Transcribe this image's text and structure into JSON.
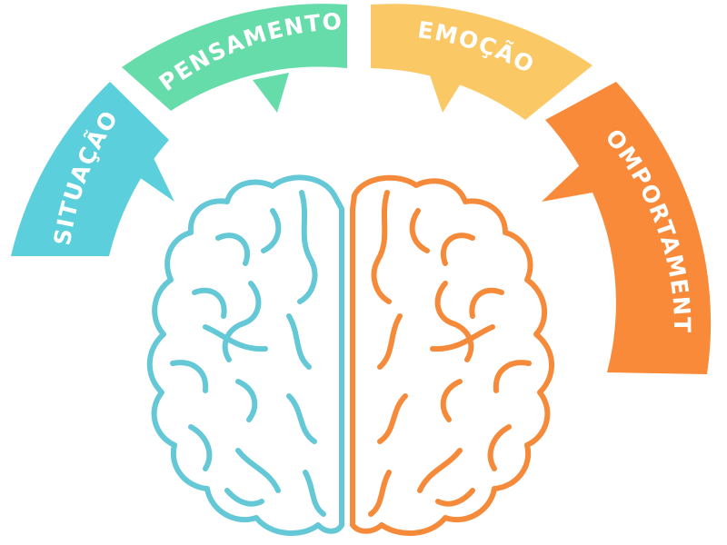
{
  "colors": {
    "situacao": "#5ccfdc",
    "pensamento": "#67dcab",
    "emocao": "#fbc866",
    "comportamento": "#f98a3a",
    "brain_left": "#64c8d6",
    "brain_right": "#f58b3a",
    "background": "#ffffff"
  },
  "segments": [
    {
      "id": "situacao",
      "label": "SITUAÇÃO"
    },
    {
      "id": "pensamento",
      "label": "PENSAMENTO"
    },
    {
      "id": "emocao",
      "label": "EMOÇÃO"
    },
    {
      "id": "comportamento",
      "label": "COMPORTAMENTO"
    }
  ]
}
